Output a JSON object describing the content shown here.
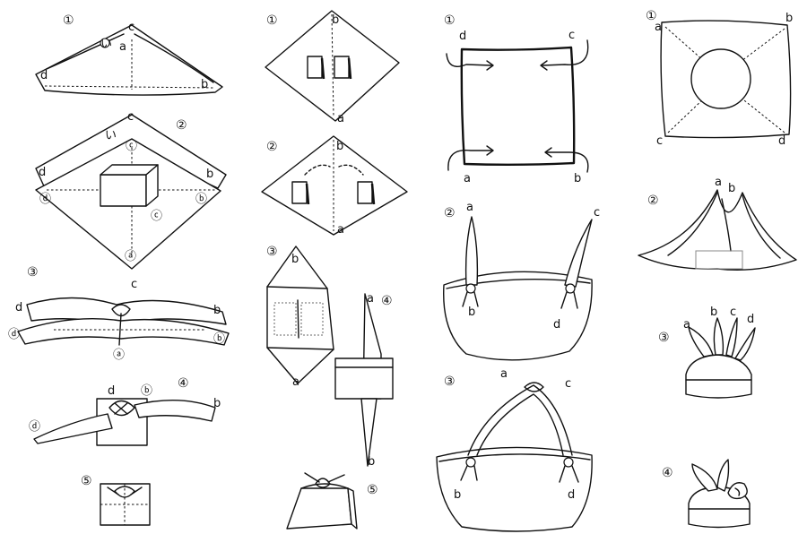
{
  "columns": [
    {
      "id": "col1",
      "steps": [
        {
          "num": "①",
          "labels": [
            "c",
            "い",
            "a",
            "d",
            "b"
          ]
        },
        {
          "num": "②",
          "labels": [
            "c",
            "い",
            "ⓒ",
            "d",
            "b",
            "ⓒ",
            "ⓓ",
            "ⓑ",
            "ⓐ"
          ]
        },
        {
          "num": "③",
          "labels": [
            "c",
            "d",
            "ⓓ",
            "b",
            "ⓑ",
            "ⓐ"
          ]
        },
        {
          "num": "④",
          "labels": [
            "d",
            "ⓑ",
            "b",
            "ⓓ"
          ]
        },
        {
          "num": "⑤",
          "labels": []
        }
      ]
    },
    {
      "id": "col2",
      "steps": [
        {
          "num": "①",
          "labels": [
            "b",
            "a"
          ]
        },
        {
          "num": "②",
          "labels": [
            "b",
            "a"
          ]
        },
        {
          "num": "③",
          "labels": [
            "b",
            "a"
          ]
        },
        {
          "num": "④",
          "labels": [
            "a",
            "b"
          ]
        },
        {
          "num": "⑤",
          "labels": []
        }
      ]
    },
    {
      "id": "col3",
      "steps": [
        {
          "num": "①",
          "labels": [
            "d",
            "c",
            "a",
            "b"
          ]
        },
        {
          "num": "②",
          "labels": [
            "a",
            "c",
            "b",
            "d"
          ]
        },
        {
          "num": "③",
          "labels": [
            "a",
            "c",
            "b",
            "d"
          ]
        }
      ]
    },
    {
      "id": "col4",
      "steps": [
        {
          "num": "①",
          "labels": [
            "a",
            "b",
            "c",
            "d"
          ]
        },
        {
          "num": "②",
          "labels": [
            "a",
            "b"
          ]
        },
        {
          "num": "③",
          "labels": [
            "a",
            "b",
            "c",
            "d"
          ]
        },
        {
          "num": "④",
          "labels": []
        }
      ]
    }
  ]
}
